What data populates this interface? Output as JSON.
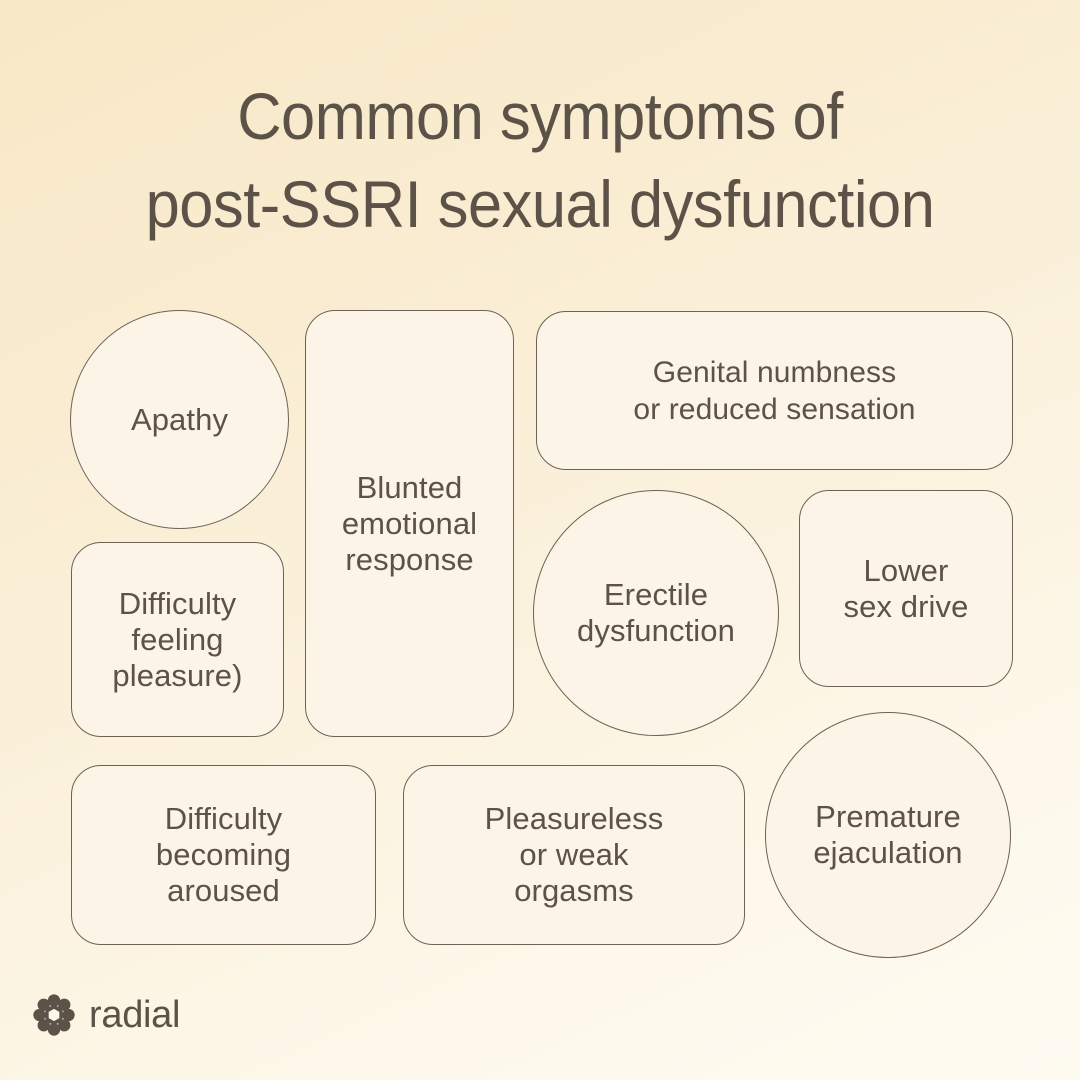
{
  "title": {
    "line1": "Common symptoms of",
    "line2": "post-SSRI sexual dysfunction"
  },
  "colors": {
    "background_top": "#f8e8c6",
    "background_bottom": "#fefbf2",
    "shape_fill": "#fcf5e7",
    "shape_stroke": "#6d6253",
    "text": "#5c5247",
    "brand": "#5c5247"
  },
  "symptoms": [
    {
      "id": "apathy",
      "shape": "circle",
      "label": "Apathy"
    },
    {
      "id": "difficulty-pleasure",
      "shape": "rect",
      "label": "Difficulty\nfeeling\npleasure)"
    },
    {
      "id": "blunted",
      "shape": "rect",
      "label": "Blunted\nemotional\nresponse"
    },
    {
      "id": "genital",
      "shape": "rect",
      "label": "Genital numbness\nor reduced sensation"
    },
    {
      "id": "erectile",
      "shape": "circle",
      "label": "Erectile\ndysfunction"
    },
    {
      "id": "libido",
      "shape": "rect",
      "label": "Lower\nsex drive"
    },
    {
      "id": "arousal",
      "shape": "rect",
      "label": "Difficulty\nbecoming\naroused"
    },
    {
      "id": "orgasm",
      "shape": "rect",
      "label": "Pleasureless\nor weak\norgasms"
    },
    {
      "id": "premature",
      "shape": "circle",
      "label": "Premature\nejaculation"
    }
  ],
  "logo": {
    "wordmark": "radial",
    "mark_icon": "rosette-flower-icon"
  }
}
